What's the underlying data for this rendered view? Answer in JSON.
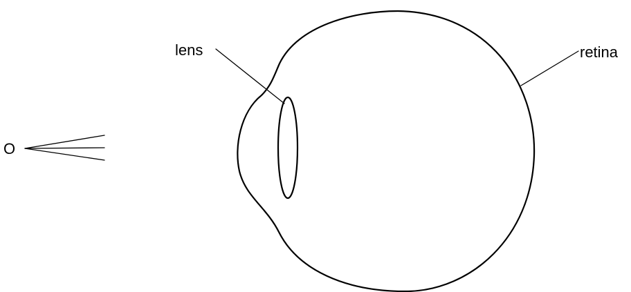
{
  "labels": {
    "object": "O",
    "lens": "lens",
    "retina": "retina"
  }
}
